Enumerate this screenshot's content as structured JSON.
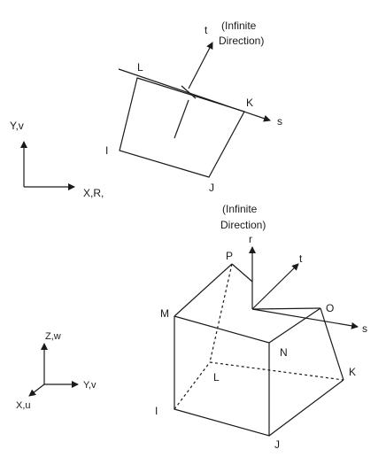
{
  "top_element": {
    "nodes": {
      "L": "L",
      "K": "K",
      "I": "I",
      "J": "J"
    },
    "axis_t": "t",
    "axis_s": "s",
    "infinite_line1": "(Infinite",
    "infinite_line2": "Direction)"
  },
  "top_axes": {
    "y_label": "Y,v",
    "x_label": "X,R,"
  },
  "bottom_element": {
    "nodes": {
      "P": "P",
      "M": "M",
      "N": "N",
      "O": "O",
      "L": "L",
      "K": "K",
      "I": "I",
      "J": "J"
    },
    "axis_r": "r",
    "axis_t": "t",
    "axis_s": "s",
    "infinite_line1": "(Infinite",
    "infinite_line2": "Direction)"
  },
  "bottom_axes": {
    "z_label": "Z,w",
    "y_label": "Y,v",
    "x_label": "X,u"
  },
  "colors": {
    "stroke": "#1a1a1a",
    "background": "#ffffff"
  }
}
